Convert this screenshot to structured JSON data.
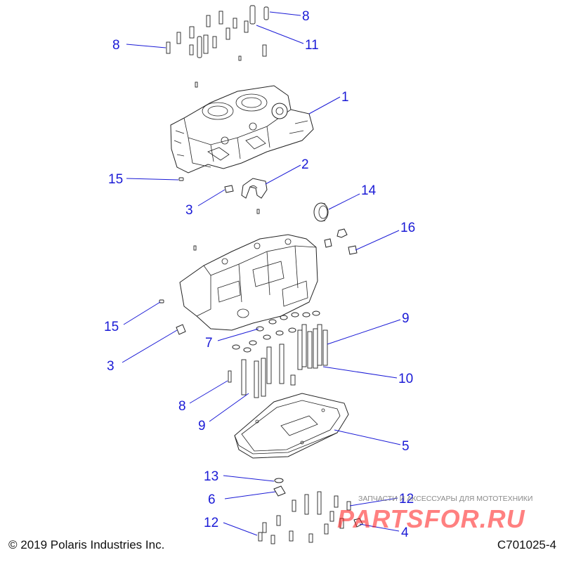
{
  "callouts": [
    {
      "label": "8"
    },
    {
      "label": "11"
    },
    {
      "label": "8"
    },
    {
      "label": "1"
    },
    {
      "label": "2"
    },
    {
      "label": "15"
    },
    {
      "label": "3"
    },
    {
      "label": "14"
    },
    {
      "label": "16"
    },
    {
      "label": "15"
    },
    {
      "label": "3"
    },
    {
      "label": "7"
    },
    {
      "label": "9"
    },
    {
      "label": "10"
    },
    {
      "label": "8"
    },
    {
      "label": "9"
    },
    {
      "label": "5"
    },
    {
      "label": "13"
    },
    {
      "label": "6"
    },
    {
      "label": "12"
    },
    {
      "label": "12"
    },
    {
      "label": "4"
    }
  ],
  "footer": {
    "copyright": "© 2019 Polaris Industries Inc.",
    "drawing_id": "C701025-4"
  },
  "watermark": {
    "tagline": "ЗАПЧАСТИ И АКСЕССУАРЫ ДЛЯ МОТОТЕХНИКИ",
    "logo_text": "PARTSFOR.RU"
  },
  "colors": {
    "callout": "#1a1ad6",
    "line_art": "#222222",
    "watermark": "#ff1a1a"
  }
}
